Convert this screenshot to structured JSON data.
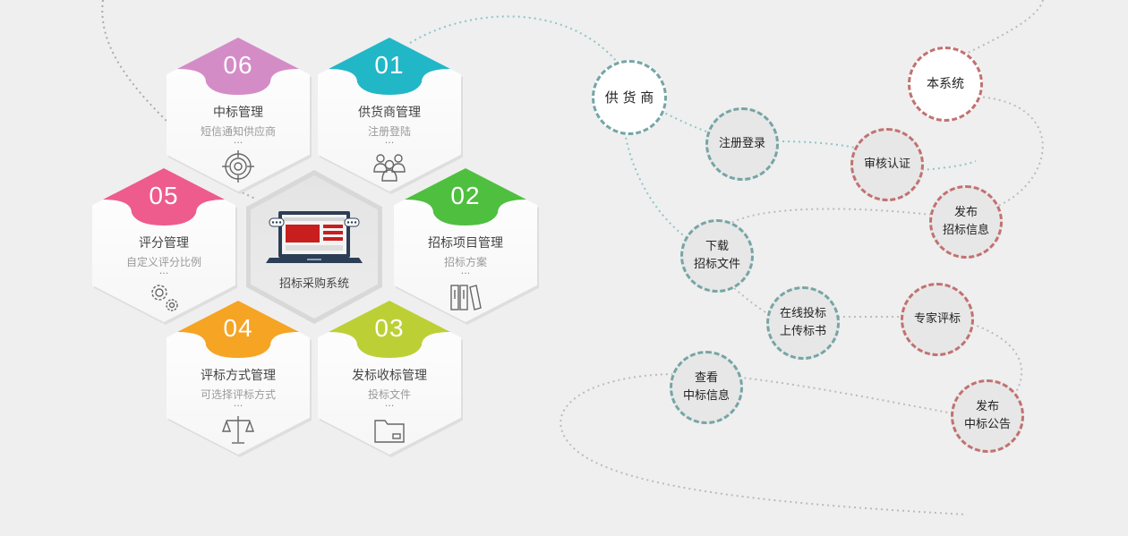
{
  "colors": {
    "pink": "#d48cc7",
    "teal": "#22b7c7",
    "magenta": "#ee5b8d",
    "green": "#4fbf3f",
    "orange": "#f6a424",
    "lime": "#bcd035",
    "node_teal": "#76a5a5",
    "node_red": "#c27171"
  },
  "modules": [
    {
      "id": "06",
      "num": "06",
      "title": "中标管理",
      "sub": "短信通知供应商",
      "dots": "...",
      "icon": "target-icon",
      "color": "#d48cc7"
    },
    {
      "id": "01",
      "num": "01",
      "title": "供货商管理",
      "sub": "注册登陆",
      "dots": "...",
      "icon": "users-icon",
      "color": "#22b7c7"
    },
    {
      "id": "05",
      "num": "05",
      "title": "评分管理",
      "sub": "自定义评分比例",
      "dots": "...",
      "icon": "gears-icon",
      "color": "#ee5b8d"
    },
    {
      "id": "02",
      "num": "02",
      "title": "招标项目管理",
      "sub": "招标方案",
      "dots": "...",
      "icon": "binders-icon",
      "color": "#4fbf3f"
    },
    {
      "id": "04",
      "num": "04",
      "title": "评标方式管理",
      "sub": "可选择评标方式",
      "dots": "...",
      "icon": "scale-icon",
      "color": "#f6a424"
    },
    {
      "id": "03",
      "num": "03",
      "title": "发标收标管理",
      "sub": "投标文件",
      "dots": "...",
      "icon": "folder-icon",
      "color": "#bcd035"
    }
  ],
  "center": {
    "label": "招标采购系统",
    "icon": "laptop-icon"
  },
  "flow": {
    "supplier": "供 货 商",
    "register": "注册登录",
    "system": "本系统",
    "audit": "审核认证",
    "publish_bid": "发布\n招标信息",
    "download": "下载\n招标文件",
    "upload": "在线投标\n上传标书",
    "expert": "专家评标",
    "view": "查看\n中标信息",
    "publish_result": "发布\n中标公告"
  }
}
